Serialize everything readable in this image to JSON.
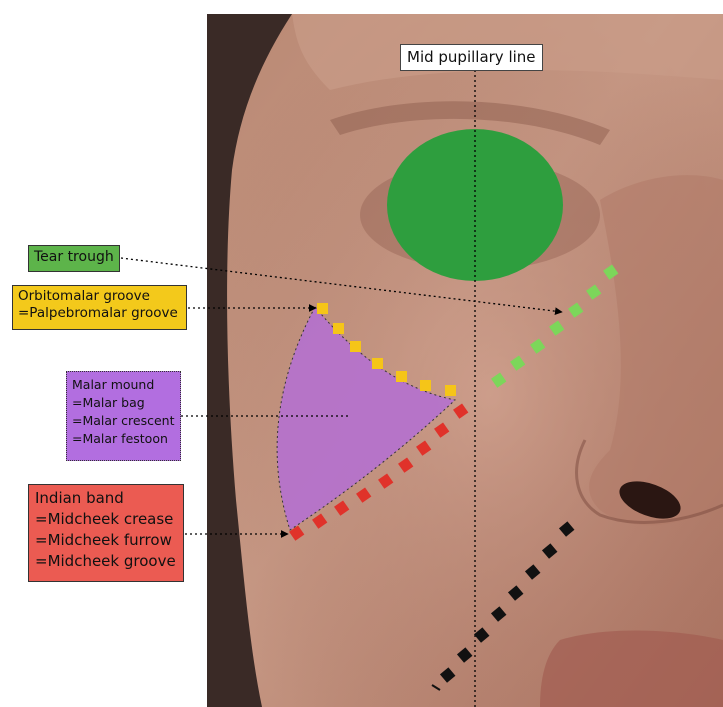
{
  "title": "",
  "image": {
    "subject": "Photograph of lower eyelid and cheek of a female face with anatomic landmarks overlaid"
  },
  "colors": {
    "eye_cover": "#2e9e3e",
    "tear_trough": "#7cd65a",
    "orbitomalar": "#f5c518",
    "malar_mound": "#b46fd2",
    "indian_band": "#e0322a",
    "nasolabial": "#111111",
    "label_tear": "#5db44a",
    "label_orbito": "#f3c91b",
    "label_malar": "#b26ee0",
    "label_indian": "#eb5b52"
  },
  "labels": {
    "mid_pupillary": "Mid pupillary line",
    "tear_trough": "Tear trough",
    "orbitomalar": [
      "Orbitomalar groove",
      "=Palpebromalar groove"
    ],
    "malar_mound": [
      "Malar mound",
      "=Malar bag",
      "=Malar crescent",
      "=Malar festoon"
    ],
    "indian_band": [
      "Indian band",
      "=Midcheek crease",
      "=Midcheek furrow",
      "=Midcheek groove"
    ]
  }
}
